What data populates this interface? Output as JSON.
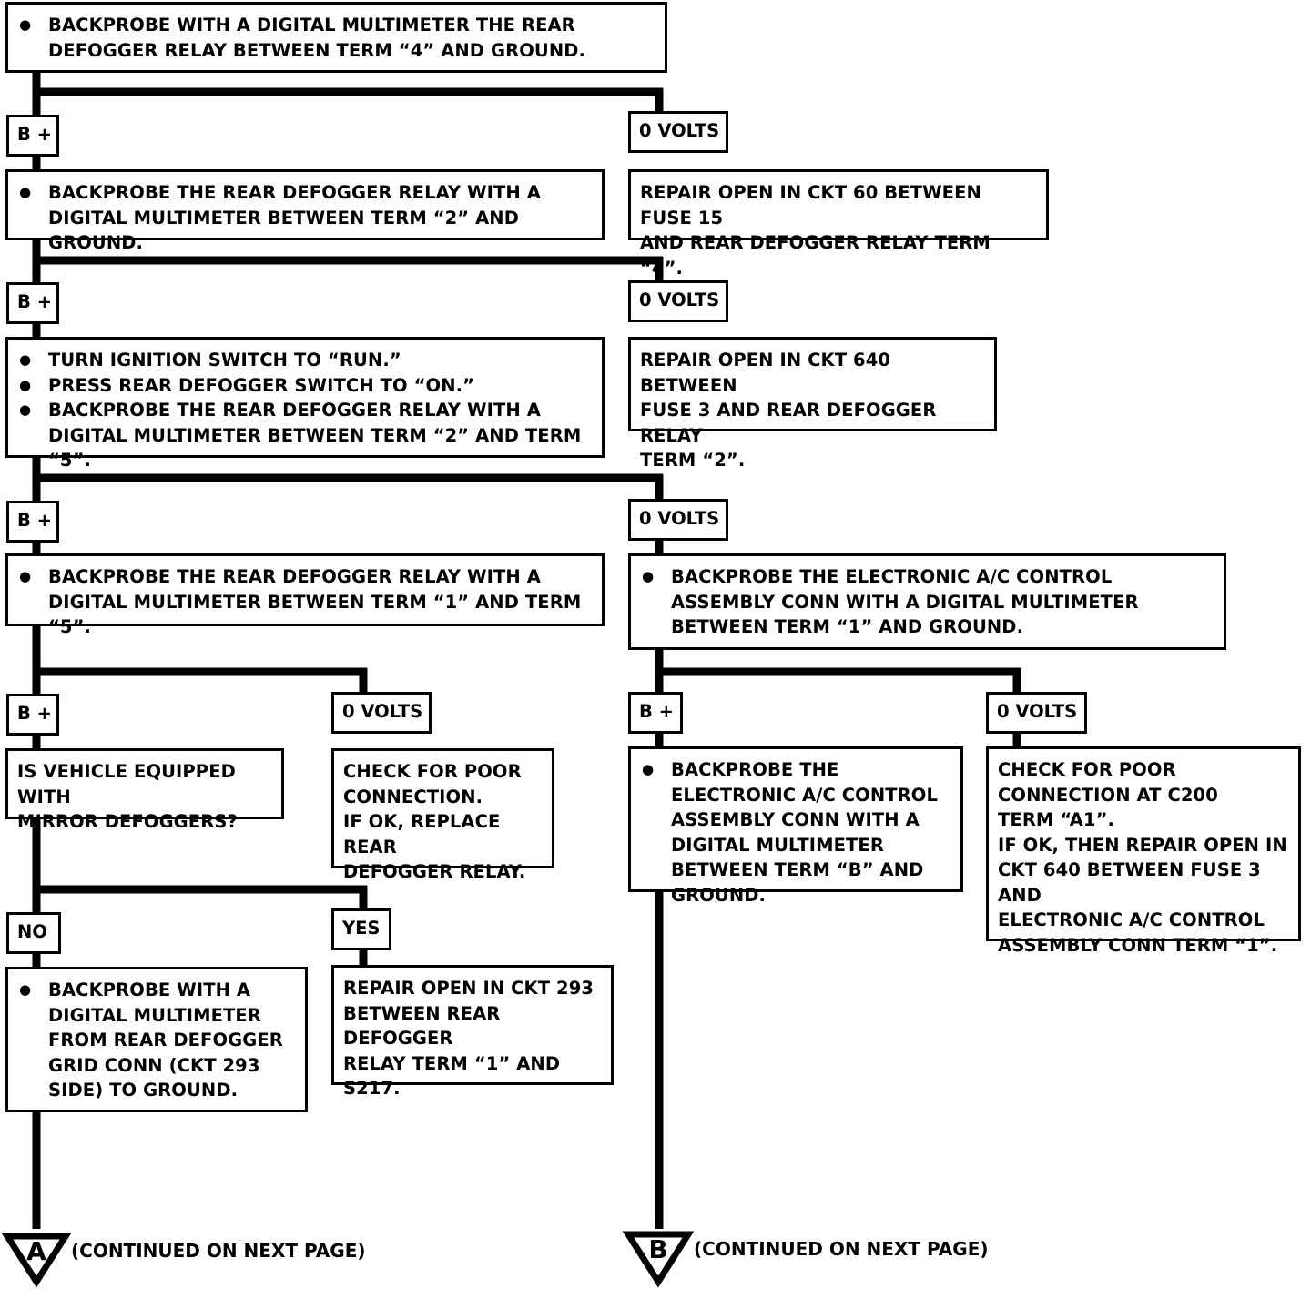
{
  "steps": {
    "s1": [
      "BACKPROBE WITH A DIGITAL MULTIMETER THE REAR DEFOGGER RELAY BETWEEN TERM “4” AND GROUND."
    ],
    "s2": [
      "BACKPROBE THE REAR DEFOGGER RELAY WITH A DIGITAL MULTIMETER BETWEEN TERM “2” AND GROUND."
    ],
    "r1": "REPAIR OPEN IN CKT 60 BETWEEN FUSE 15\nAND REAR DEFOGGER RELAY TERM “4”.",
    "s3": [
      "TURN IGNITION SWITCH TO “RUN.”",
      "PRESS REAR DEFOGGER SWITCH TO “ON.”",
      "BACKPROBE THE REAR DEFOGGER RELAY WITH A DIGITAL MULTIMETER BETWEEN TERM “2” AND TERM “5”."
    ],
    "r2": "REPAIR OPEN IN CKT 640 BETWEEN\nFUSE 3 AND REAR DEFOGGER RELAY\nTERM “2”.",
    "s4": [
      "BACKPROBE THE REAR DEFOGGER RELAY WITH A DIGITAL MULTIMETER BETWEEN TERM “1” AND TERM “5”."
    ],
    "s5": [
      "BACKPROBE THE ELECTRONIC A/C CONTROL ASSEMBLY CONN WITH A DIGITAL MULTIMETER BETWEEN TERM “1” AND GROUND."
    ],
    "q1": "IS VEHICLE EQUIPPED WITH\nMIRROR DEFOGGERS?",
    "r3": "CHECK FOR POOR\nCONNECTION.\nIF OK, REPLACE REAR\nDEFOGGER RELAY.",
    "s6": [
      "BACKPROBE THE ELECTRONIC A/C CONTROL ASSEMBLY CONN WITH A DIGITAL MULTIMETER BETWEEN TERM “B” AND GROUND."
    ],
    "r4": "CHECK FOR POOR\nCONNECTION AT C200\nTERM “A1”.\nIF OK, THEN REPAIR OPEN IN\nCKT 640 BETWEEN FUSE 3 AND\nELECTRONIC A/C CONTROL\nASSEMBLY CONN TERM “1”.",
    "s7": [
      "BACKPROBE WITH A DIGITAL MULTIMETER FROM REAR DEFOGGER GRID CONN (CKT 293 SIDE) TO GROUND."
    ],
    "r5": "REPAIR OPEN IN CKT 293\nBETWEEN REAR DEFOGGER\nRELAY TERM “1” AND\nS217."
  },
  "labels": {
    "bplus": "B +",
    "zero_volts": "0 VOLTS",
    "no": "NO",
    "yes": "YES"
  },
  "connectors": {
    "a_letter": "A",
    "b_letter": "B",
    "continued": "(CONTINUED ON NEXT PAGE)"
  }
}
